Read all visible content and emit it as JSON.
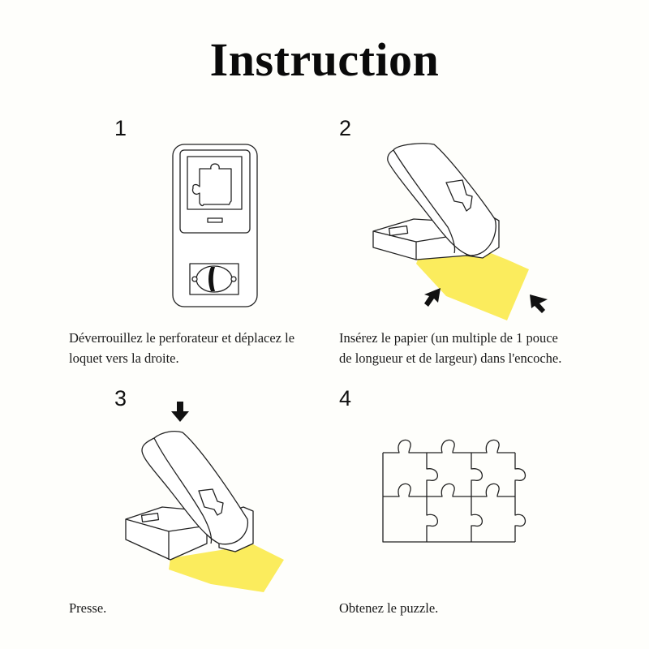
{
  "title": "Instruction",
  "colors": {
    "background": "#fefefb",
    "paper": "#fbec5d",
    "line": "#222222"
  },
  "steps": [
    {
      "number": "1",
      "caption_line1": "Déverrouillez le perforateur et déplacez le",
      "caption_line2": "loquet vers la droite.",
      "illustration": "puncher-top-view-with-lock-icon"
    },
    {
      "number": "2",
      "caption_line1": "Insérez le papier (un multiple de 1 pouce",
      "caption_line2": "de longueur et de largeur) dans l'encoche.",
      "illustration": "puncher-inserting-paper-icon"
    },
    {
      "number": "3",
      "caption_line1": "Presse.",
      "caption_line2": "",
      "illustration": "puncher-press-icon"
    },
    {
      "number": "4",
      "caption_line1": "Obtenez le puzzle.",
      "caption_line2": "",
      "illustration": "puzzle-pieces-grid-icon"
    }
  ]
}
